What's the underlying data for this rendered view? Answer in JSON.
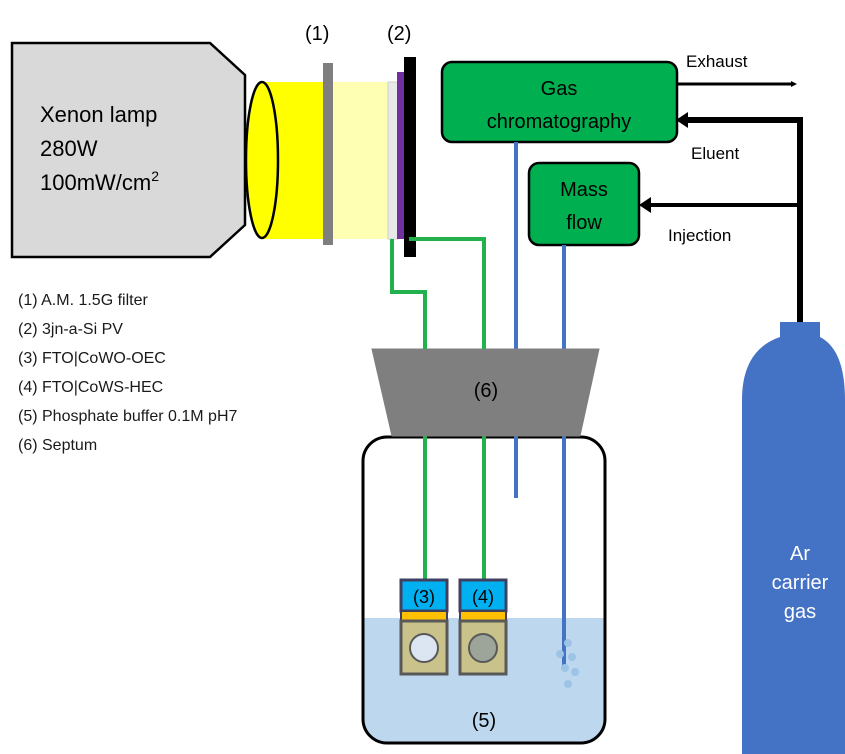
{
  "lamp": {
    "line1": "Xenon lamp",
    "line2": "280W",
    "line3_main": "100mW/cm",
    "line3_sup": "2"
  },
  "marks": {
    "filter": "(1)",
    "pv": "(2)",
    "oec": "(3)",
    "hec": "(4)",
    "buffer": "(5)",
    "septum": "(6)"
  },
  "gc": {
    "line1": "Gas",
    "line2": "chromatography"
  },
  "mfc": {
    "line1": "Mass",
    "line2": "flow"
  },
  "flow_labels": {
    "exhaust": "Exhaust",
    "eluent": "Eluent",
    "injection": "Injection"
  },
  "cylinder": {
    "line1": "Ar",
    "line2": "carrier",
    "line3": "gas"
  },
  "legend": [
    "(1) A.M. 1.5G filter",
    "(2) 3jn-a-Si PV",
    "(3) FTO|CoWO-OEC",
    "(4) FTO|CoWS-HEC",
    "(5) Phosphate buffer 0.1M pH7",
    "(6) Septum"
  ],
  "colors": {
    "lamp_body": "#d9d9d9",
    "light": "#ffff00",
    "light_pale": "#ffffb3",
    "filter": "#7f7f7f",
    "pv_purple": "#7030a0",
    "wire": "#22b14c",
    "box_green": "#00b050",
    "tube_blue": "#4472c4",
    "cylinder": "#4472c4",
    "septum": "#7f7f7f",
    "electrolyte": "#bdd7ee",
    "electrode_top": "#00b0f0",
    "electrode_tab": "#ffc000",
    "electrode_body": "#c9c28a"
  }
}
